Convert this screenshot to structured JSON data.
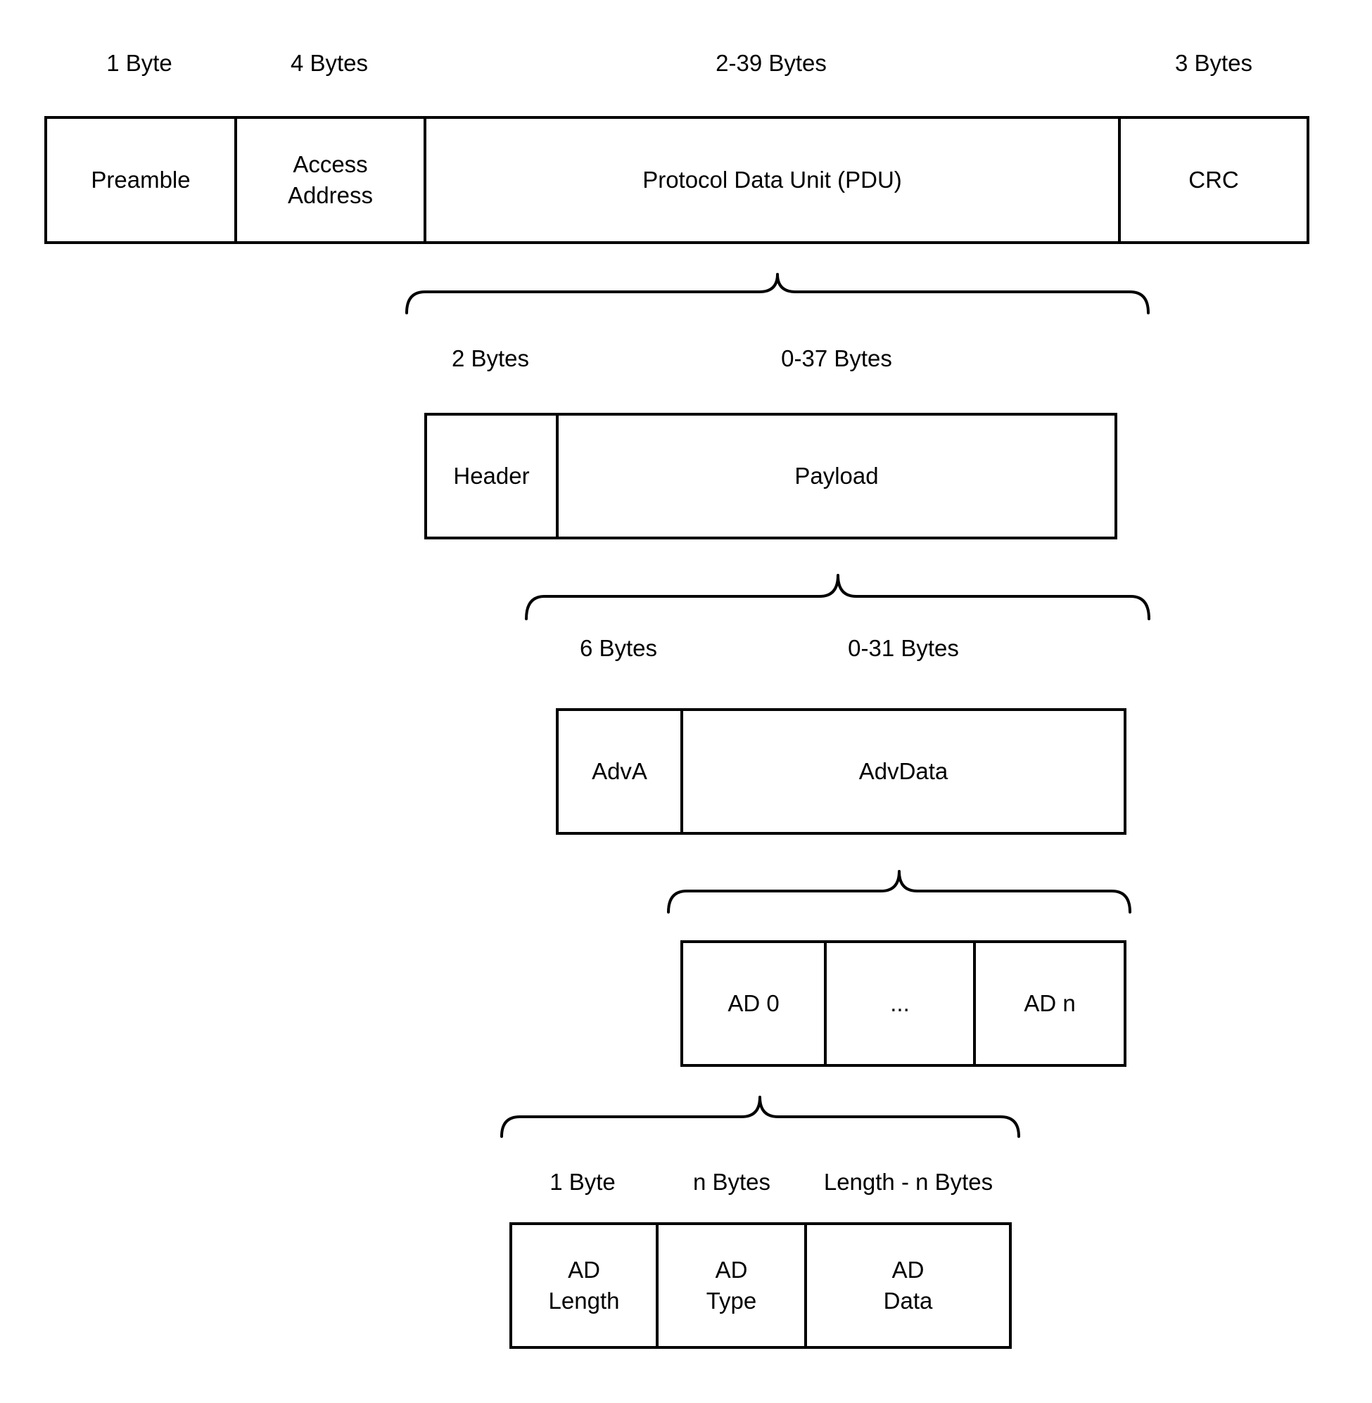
{
  "colors": {
    "stroke": "#000000",
    "text": "#000000",
    "background": "#ffffff"
  },
  "packet_row": {
    "size_labels": [
      "1 Byte",
      "4 Bytes",
      "2-39 Bytes",
      "3 Bytes"
    ],
    "boxes": [
      "Preamble",
      "Access\nAddress",
      "Protocol Data Unit (PDU)",
      "CRC"
    ]
  },
  "pdu_row": {
    "size_labels": [
      "2 Bytes",
      "0-37 Bytes"
    ],
    "boxes": [
      "Header",
      "Payload"
    ]
  },
  "payload_row": {
    "size_labels": [
      "6 Bytes",
      "0-31 Bytes"
    ],
    "boxes": [
      "AdvA",
      "AdvData"
    ]
  },
  "advdata_row": {
    "boxes": [
      "AD 0",
      "...",
      "AD n"
    ]
  },
  "ad_structure_row": {
    "size_labels": [
      "1 Byte",
      "n Bytes",
      "Length - n Bytes"
    ],
    "boxes": [
      "AD\nLength",
      "AD\nType",
      "AD\nData"
    ]
  }
}
